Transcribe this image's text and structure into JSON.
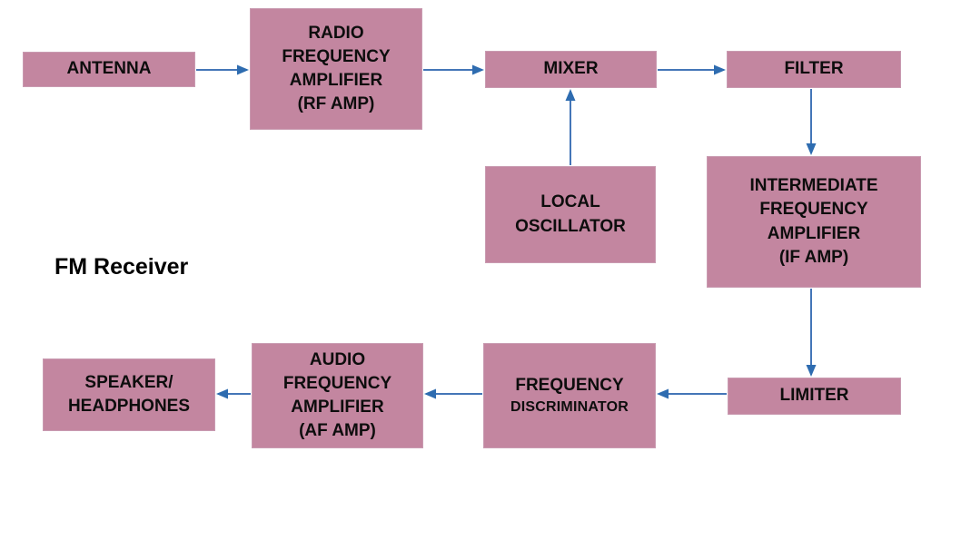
{
  "title": "FM Receiver",
  "diagram_type": "block-diagram",
  "colors": {
    "box_fill": "#c386a0",
    "box_border": "#c99bb1",
    "arrow": "#4476b8",
    "arrowhead": "#2e6cb0",
    "text": "#0d0d0d",
    "background": "#ffffff"
  },
  "nodes": {
    "antenna": {
      "label": "ANTENNA"
    },
    "rf_amp": {
      "label": "RADIO\nFREQUENCY\nAMPLIFIER\n(RF AMP)"
    },
    "mixer": {
      "label": "MIXER"
    },
    "filter": {
      "label": "FILTER"
    },
    "local_oscillator": {
      "label": "LOCAL\nOSCILLATOR"
    },
    "if_amp": {
      "label": "INTERMEDIATE\nFREQUENCY\nAMPLIFIER\n(IF AMP)"
    },
    "limiter": {
      "label": "LIMITER"
    },
    "frequency_discriminator": {
      "label_line1": "FREQUENCY",
      "label_line2": "DISCRIMINATOR"
    },
    "af_amp": {
      "label": "AUDIO\nFREQUENCY\nAMPLIFIER\n(AF AMP)"
    },
    "speaker": {
      "label": "SPEAKER/\nHEADPHONES"
    }
  },
  "connections": [
    {
      "from": "antenna",
      "to": "rf_amp"
    },
    {
      "from": "rf_amp",
      "to": "mixer"
    },
    {
      "from": "mixer",
      "to": "filter"
    },
    {
      "from": "local_oscillator",
      "to": "mixer"
    },
    {
      "from": "filter",
      "to": "if_amp"
    },
    {
      "from": "if_amp",
      "to": "limiter"
    },
    {
      "from": "limiter",
      "to": "frequency_discriminator"
    },
    {
      "from": "frequency_discriminator",
      "to": "af_amp"
    },
    {
      "from": "af_amp",
      "to": "speaker"
    }
  ]
}
